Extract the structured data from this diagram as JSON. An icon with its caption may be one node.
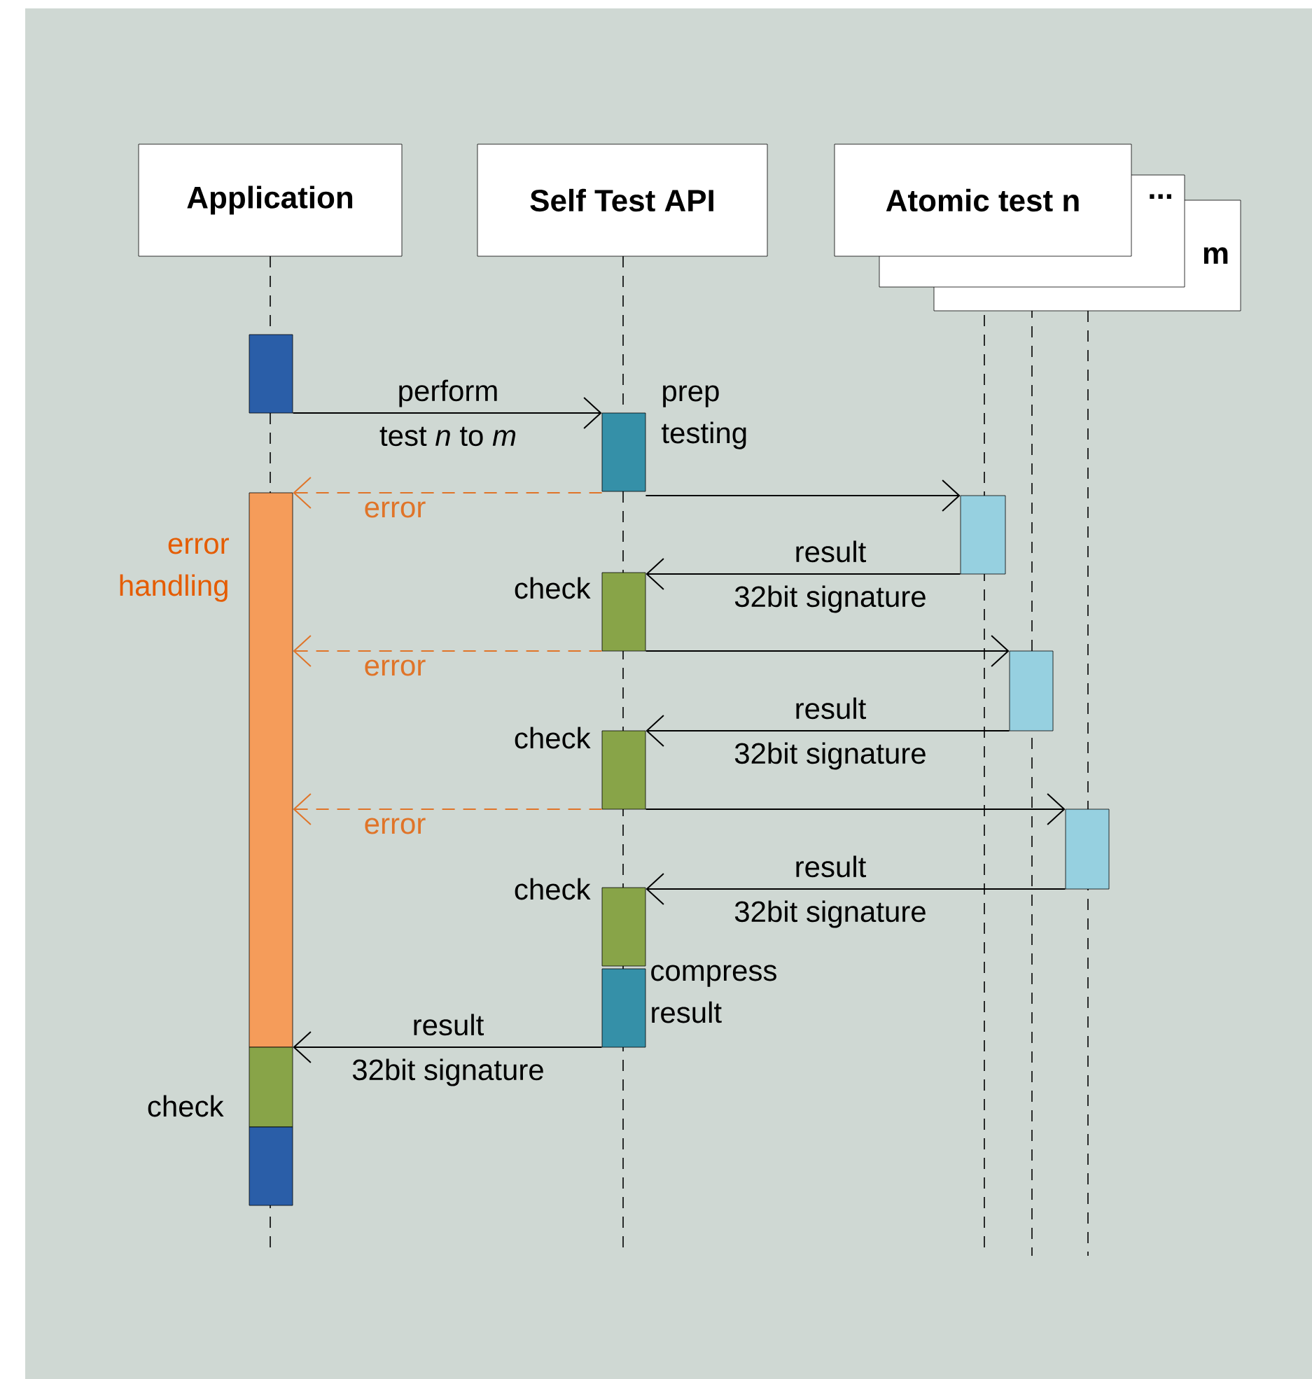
{
  "diagram": {
    "nodes": [
      {
        "text": [
          "Application"
        ]
      },
      {
        "text": [
          "Self Test API"
        ]
      },
      {
        "text": [
          "Atomic test n"
        ]
      },
      {
        "text": [
          "..."
        ]
      },
      {
        "text": [
          "m"
        ]
      },
      {
        "text": [],
        "shape": "bar"
      },
      {
        "text": [],
        "shape": "bar",
        "beside": [
          "prep testing"
        ]
      },
      {
        "text": [],
        "shape": "bar",
        "beside": [
          "error handling"
        ]
      },
      {
        "text": [],
        "shape": "bar"
      },
      {
        "text": [],
        "shape": "bar",
        "beside": [
          "check"
        ]
      },
      {
        "text": [],
        "shape": "bar"
      },
      {
        "text": [],
        "shape": "bar",
        "beside": [
          "check"
        ]
      },
      {
        "text": [],
        "shape": "bar"
      },
      {
        "text": [],
        "shape": "bar",
        "beside": [
          "check"
        ]
      },
      {
        "text": [],
        "shape": "bar",
        "beside": [
          "compress result"
        ]
      },
      {
        "text": [],
        "shape": "bar",
        "beside": [
          "check"
        ]
      },
      {
        "text": [],
        "shape": "bar"
      }
    ],
    "edges": [
      {
        "from": 5,
        "to": 6,
        "arrow": "to",
        "label": "perform test *n* to *m*"
      },
      {
        "from": 6,
        "to": 7,
        "arrow": "to",
        "label": "error",
        "style": "dashed",
        "color": "#e07428"
      },
      {
        "from": 6,
        "to": 8,
        "arrow": "to"
      },
      {
        "from": 8,
        "to": 9,
        "arrow": "to",
        "label": "result 32bit signature"
      },
      {
        "from": 9,
        "to": 7,
        "arrow": "to",
        "label": "error",
        "style": "dashed",
        "color": "#e07428"
      },
      {
        "from": 9,
        "to": 10,
        "arrow": "to"
      },
      {
        "from": 10,
        "to": 11,
        "arrow": "to",
        "label": "result 32bit signature"
      },
      {
        "from": 11,
        "to": 7,
        "arrow": "to",
        "label": "error",
        "style": "dashed",
        "color": "#e07428"
      },
      {
        "from": 11,
        "to": 12,
        "arrow": "to"
      },
      {
        "from": 12,
        "to": 13,
        "arrow": "to",
        "label": "result 32bit signature"
      },
      {
        "from": 14,
        "to": 15,
        "arrow": "to",
        "label": "result 32bit signature"
      }
    ]
  }
}
